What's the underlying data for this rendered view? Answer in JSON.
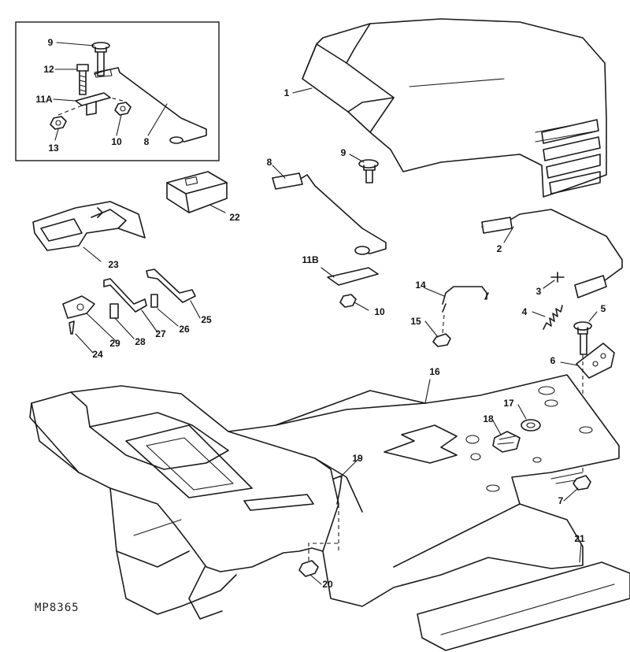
{
  "diagram": {
    "figure_code": "MP8365",
    "callouts": {
      "1": "1",
      "2": "2",
      "3": "3",
      "4": "4",
      "5": "5",
      "6": "6",
      "7": "7",
      "8": "8",
      "8b": "8",
      "9": "9",
      "9b": "9",
      "10": "10",
      "10b": "10",
      "11A": "11A",
      "11B": "11B",
      "12": "12",
      "13": "13",
      "14": "14",
      "15": "15",
      "16": "16",
      "17": "17",
      "18": "18",
      "19": "19",
      "20": "20",
      "21": "21",
      "22": "22",
      "23": "23",
      "24": "24",
      "25": "25",
      "26": "26",
      "27": "27",
      "28": "28",
      "29": "29"
    }
  }
}
